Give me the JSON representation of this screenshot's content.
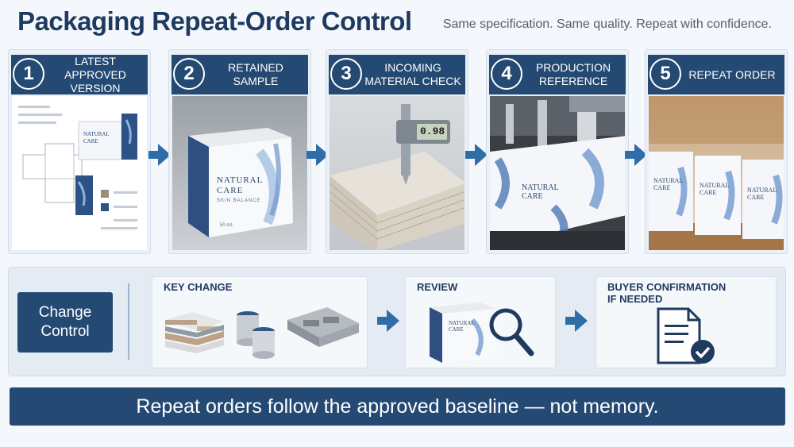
{
  "header": {
    "title": "Packaging Repeat-Order Control",
    "tagline": "Same specification. Same quality.  Repeat with confidence."
  },
  "steps": [
    {
      "number": "1",
      "label": "Latest Approved Version"
    },
    {
      "number": "2",
      "label": "Retained Sample"
    },
    {
      "number": "3",
      "label": "Incoming Material Check"
    },
    {
      "number": "4",
      "label": "Production Reference"
    },
    {
      "number": "5",
      "label": "Repeat Order"
    }
  ],
  "product": {
    "brand_line1": "NATURAL",
    "brand_line2": "CARE",
    "brand_sub": "SKIN BALANCE",
    "volume": "50 mL"
  },
  "caliper_reading": "0.98",
  "change_control": {
    "title": "Change Control",
    "key_change": "KEY CHANGE",
    "review": "REVIEW",
    "buyer_line1": "BUYER CONFIRMATION",
    "buyer_line2": "IF NEEDED"
  },
  "footer": "Repeat orders follow the approved baseline — not memory.",
  "colors": {
    "navy": "#244a73",
    "accent_blue": "#2f6da8",
    "background": "#f4f7fb"
  }
}
